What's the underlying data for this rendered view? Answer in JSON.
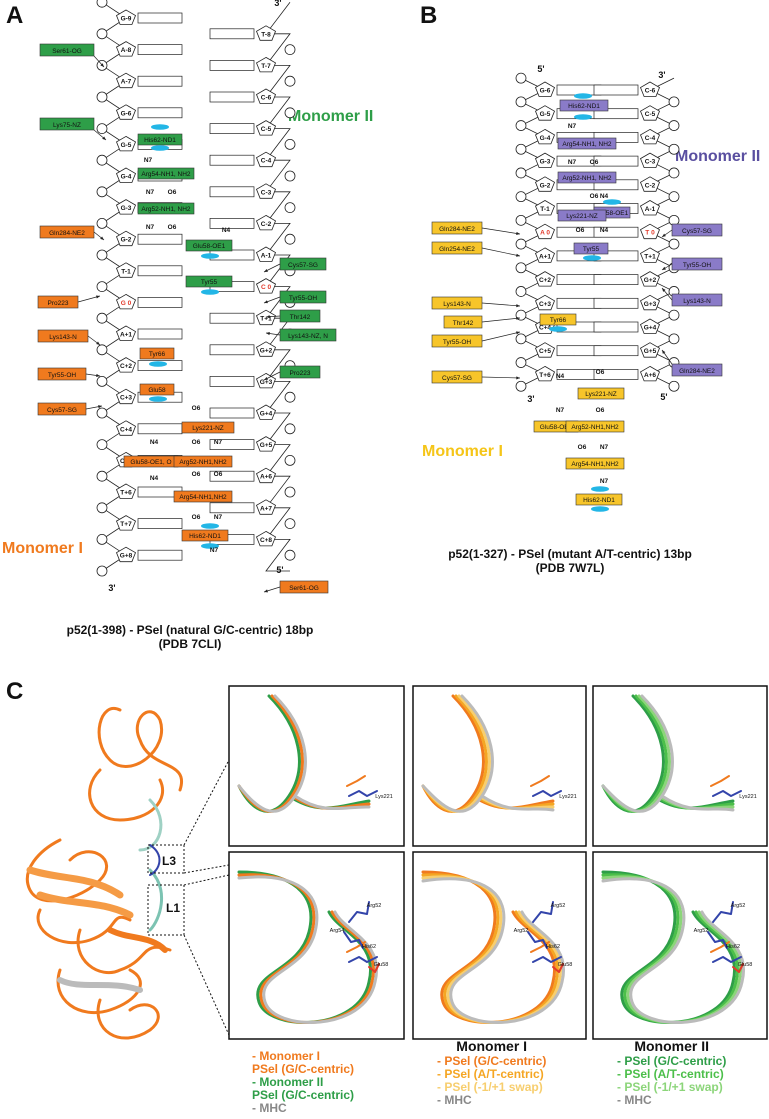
{
  "panels": {
    "a": "A",
    "b": "B",
    "c": "C"
  },
  "colors": {
    "orange": "#F07A1E",
    "green": "#2E9E48",
    "purple": "#7B68B9",
    "yellow": "#F5C518",
    "cyan": "#23B6E6",
    "red": "#E23A2B",
    "gray": "#888888"
  },
  "panel_a": {
    "monomer_ii": "Monomer II",
    "monomer_i": "Monomer I",
    "caption_line1": "p52(1-398) -  PSel (natural G/C-centric) 18bp",
    "caption_line2": "(PDB 7CLI)",
    "strand_left_ends": [
      "5'",
      "3'"
    ],
    "strand_right_ends": [
      "3'",
      "5'"
    ],
    "left_bases": [
      "G-9",
      "A-8",
      "A-7",
      "G-6",
      "G-5",
      "G-4",
      "G-3",
      "G-2",
      "T-1",
      "G 0",
      "A+1",
      "C+2",
      "C+3",
      "C+4",
      "C+5",
      "T+6",
      "T+7",
      "G+8"
    ],
    "right_bases": [
      "T-8",
      "T-7",
      "C-6",
      "C-5",
      "C-4",
      "C-3",
      "C-2",
      "A-1",
      "C 0",
      "T+1",
      "G+2",
      "G+3",
      "G+4",
      "G+5",
      "A+6",
      "A+7",
      "C+8"
    ],
    "atoms": [
      "N7",
      "N7",
      "O6",
      "N7",
      "O6",
      "N4",
      "O6",
      "O6",
      "N7",
      "O6",
      "N4",
      "N4",
      "O6",
      "N7",
      "O6",
      "N7",
      "N7"
    ],
    "boxes": [
      "Ser61-OG",
      "Lys75-NZ",
      "His62-ND1",
      "Arg54-NH1, NH2",
      "Arg52-NH1, NH2",
      "Gln284-NE2",
      "Glu58-OE1",
      "Cys57-SG",
      "Tyr55",
      "Tyr55-OH",
      "Thr142",
      "Lys143-NZ, N",
      "Pro223",
      "Lys143-N",
      "Tyr66",
      "Tyr55-OH",
      "Glu58",
      "Cys57-SG",
      "Lys221-NZ",
      "Glu58-OE1, O",
      "Arg52-NH1,NH2",
      "Arg54-NH1,NH2",
      "His62-ND1",
      "Pro223",
      "Ser61-OG"
    ]
  },
  "panel_b": {
    "monomer_ii": "Monomer II",
    "monomer_i": "Monomer I",
    "caption_line1": "p52(1-327) -  PSel (mutant A/T-centric) 13bp",
    "caption_line2": "(PDB 7W7L)",
    "strand_left_ends": [
      "5'",
      "3'"
    ],
    "strand_right_ends": [
      "3'",
      "5'"
    ],
    "left_bases": [
      "G-6",
      "G-5",
      "G-4",
      "G-3",
      "G-2",
      "T-1",
      "A 0",
      "A+1",
      "C+2",
      "C+3",
      "C+4",
      "C+5",
      "T+6"
    ],
    "right_bases": [
      "C-6",
      "C-5",
      "C-4",
      "C-3",
      "C-2",
      "A-1",
      "T 0",
      "T+1",
      "G+2",
      "G+3",
      "G+4",
      "G+5",
      "A+6"
    ],
    "atoms": [
      "N7",
      "N7",
      "O6",
      "O6",
      "N4",
      "O6",
      "N4",
      "N4",
      "O6",
      "O6",
      "N7",
      "N7"
    ],
    "boxes": [
      "His62-ND1",
      "Arg54-NH1, NH2",
      "Arg52-NH1, NH2",
      "Lys221-NZ",
      "Glu58-OE1",
      "Tyr55",
      "Cys57-SG",
      "Gln284-NE2",
      "Gln254-NE2",
      "Tyr55-OH",
      "Lys143-N",
      "Lys143-N",
      "Thr142",
      "Tyr66",
      "Tyr55-OH",
      "Gln284-NE2",
      "Cys57-SG",
      "Lys221-NZ",
      "Glu58-OE1",
      "Arg52-NH1,NH2",
      "Arg54-NH1,NH2",
      "His62-ND1"
    ]
  },
  "panel_c": {
    "loop_labels": [
      "L3",
      "L1"
    ],
    "residue_labels": [
      "Lys221",
      "Lys221",
      "Lys221",
      "Arg52",
      "Arg54",
      "His62",
      "Glu58",
      "Arg52",
      "Arg52",
      "His62",
      "Glu58",
      "Arg52",
      "Arg52",
      "His62",
      "Glu58"
    ],
    "legend1": [
      {
        "text": "- Monomer I",
        "color": "#F07A1E"
      },
      {
        "text": "  PSel (G/C-centric)",
        "color": "#F07A1E"
      },
      {
        "text": "- Monomer II",
        "color": "#2E9E48"
      },
      {
        "text": "  PSel (G/C-centric)",
        "color": "#2E9E48"
      },
      {
        "text": "- MHC",
        "color": "#888888"
      }
    ],
    "legend2_title": "Monomer I",
    "legend2": [
      {
        "text": "- PSel (G/C-centric)",
        "color": "#F07A1E"
      },
      {
        "text": "- PSel (A/T-centric)",
        "color": "#F5A623"
      },
      {
        "text": "- PSel (-1/+1 swap)",
        "color": "#F7CE6E"
      },
      {
        "text": "- MHC",
        "color": "#888888"
      }
    ],
    "legend3_title": "Monomer II",
    "legend3": [
      {
        "text": "- PSel (G/C-centric)",
        "color": "#2E9E48"
      },
      {
        "text": "- PSel (A/T-centric)",
        "color": "#4CBF4A"
      },
      {
        "text": "- PSel (-1/+1 swap)",
        "color": "#8CD57A"
      },
      {
        "text": "- MHC",
        "color": "#888888"
      }
    ]
  }
}
